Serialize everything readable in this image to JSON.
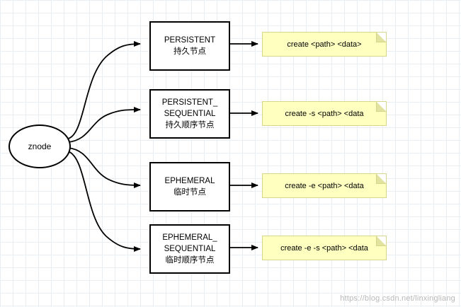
{
  "diagram": {
    "root": {
      "label": "znode"
    },
    "nodes": [
      {
        "line1": "PERSISTENT",
        "line2": "持久节点",
        "note": "create <path> <data>"
      },
      {
        "line1": "PERSISTENT_",
        "line2": "SEQUENTIAL",
        "line3": "持久顺序节点",
        "note": "create -s <path> <data"
      },
      {
        "line1": "EPHEMERAL",
        "line2": "临时节点",
        "note": "create -e <path> <data"
      },
      {
        "line1": "EPHEMERAL_",
        "line2": "SEQUENTIAL",
        "line3": "临时顺序节点",
        "note": "create -e -s <path> <data"
      }
    ],
    "watermark": "https://blog.csdn.net/linxingliang",
    "colors": {
      "note_fill": "#ffffc0",
      "note_border": "#d6d68a",
      "stroke": "#000000",
      "grid": "#e9eef2"
    }
  }
}
